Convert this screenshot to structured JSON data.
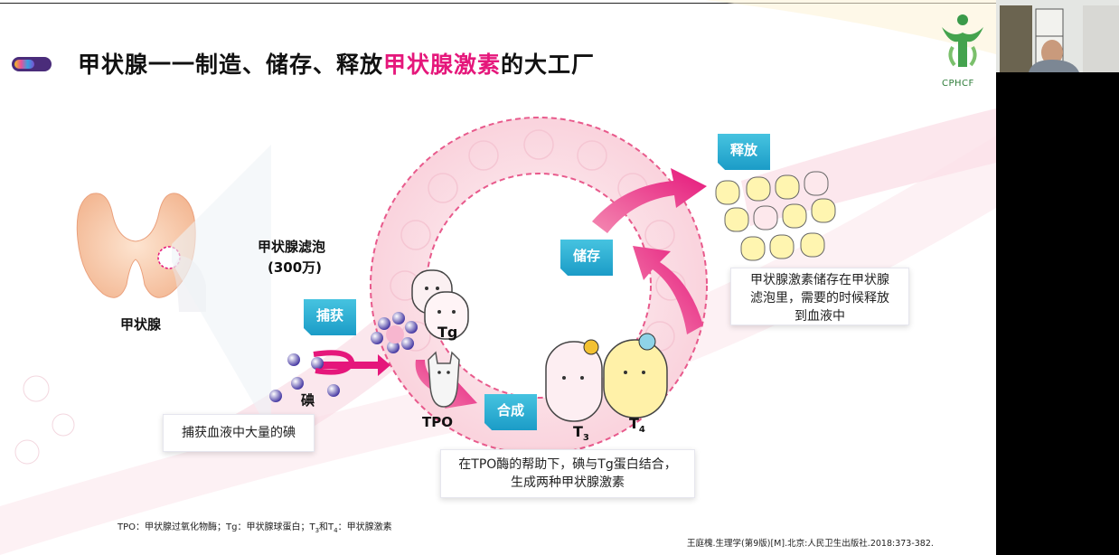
{
  "slide": {
    "title_prefix": "甲状腺一一制造、储存、释放",
    "title_highlight": "甲状腺激素",
    "title_suffix": "的大工厂",
    "logo_text": "CPHCF",
    "gland_label": "甲状腺",
    "follicle_label": "甲状腺滤泡",
    "follicle_count": "(300万)",
    "tags": {
      "capture": "捕获",
      "synthesis": "合成",
      "storage": "储存",
      "release": "释放"
    },
    "iodine_label": "碘",
    "tg_label": "Tg",
    "tpo_label": "TPO",
    "t3_label": "T",
    "t3_sub": "3",
    "t4_label": "T",
    "t4_sub": "4",
    "captions": {
      "capture": "捕获血液中大量的碘",
      "synthesis_line1": "在TPO酶的帮助下，碘与Tg蛋白结合，",
      "synthesis_line2": "生成两种甲状腺激素",
      "release_line1": "甲状腺激素储存在甲状腺",
      "release_line2": "滤泡里，需要的时候释放",
      "release_line3": "到血液中"
    },
    "footnote_a": "TPO：甲状腺过氧化物酶；Tg：甲状腺球蛋白；T",
    "footnote_sub1": "3",
    "footnote_b": "和T",
    "footnote_sub2": "4",
    "footnote_c": "：甲状腺激素",
    "reference": "王庭槐.生理学(第9版)[M].北京:人民卫生出版社.2018:373-382."
  },
  "colors": {
    "accent_magenta": "#e5177b",
    "tag_blue": "#2bb0d6",
    "iodine_purple": "#5a4bb0"
  }
}
